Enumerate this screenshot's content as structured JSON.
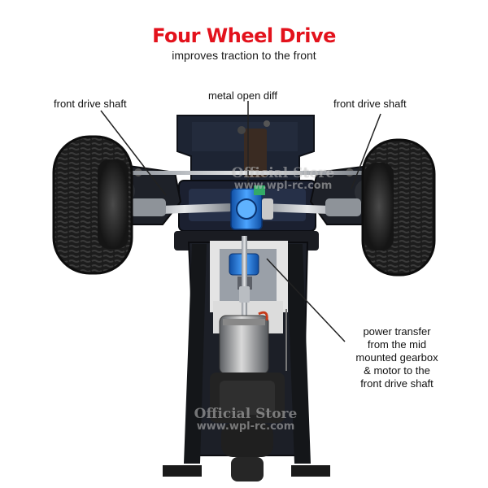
{
  "headline": {
    "title": "Four Wheel Drive",
    "subtitle": "improves traction to the front"
  },
  "callouts": {
    "left_front_shaft": "front drive shaft",
    "center_diff": "metal open diff",
    "right_front_shaft": "front drive shaft",
    "power_transfer": "power transfer\nfrom the mid\nmounted gearbox\n& motor to the\nfront drive shaft"
  },
  "watermarks": [
    {
      "line1": "Official Store",
      "line2": "www.wpl-rc.com"
    },
    {
      "line1": "Official Store",
      "line2": "www.wpl-rc.com"
    }
  ],
  "colors": {
    "headline": "#e3121c",
    "chassis": "#1b1d24",
    "chassis_blue_tint": "#26304a",
    "anodized_blue": "#1e6fd0",
    "tire": "#1a1a1a"
  }
}
